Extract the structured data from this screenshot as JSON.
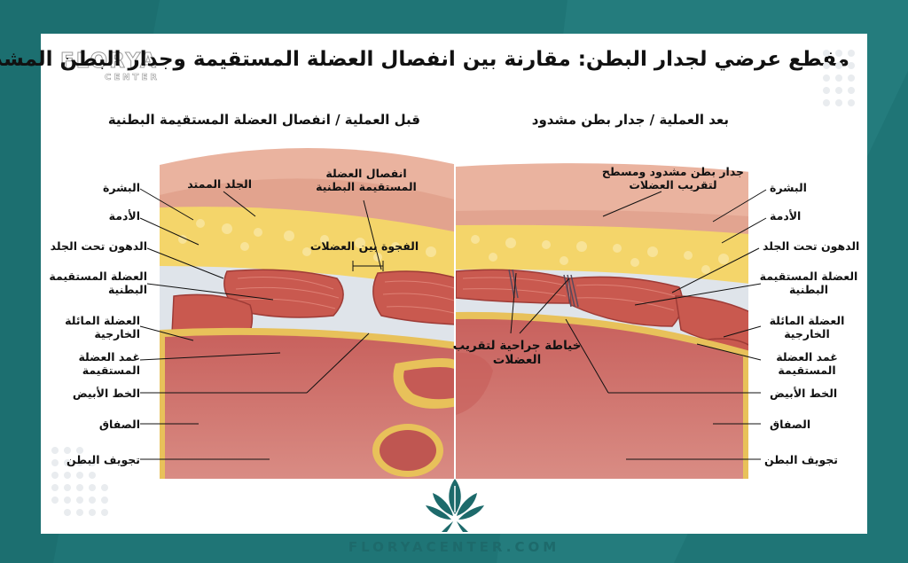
{
  "title": "مقطع عرضي لجدار البطن: مقارنة بين انفصال العضلة المستقيمة وجدار البطن المشدود",
  "watermark": {
    "brand": "FLORYA",
    "sub": "CENTER"
  },
  "footer": "FLORYACENTER.COM",
  "panels": {
    "left": {
      "heading": "قبل العملية / انفصال العضلة المستقيمة البطنية",
      "labels": {
        "stretched_skin": "الجلد الممتد",
        "diastasis": "انفصال العضلة\nالمستقيمة البطنية",
        "gap": "الفجوة بين العضلات",
        "epidermis": "البشرة",
        "dermis": "الأدمة",
        "subcutaneous_fat": "الدهون تحت الجلد",
        "rectus": "العضلة المستقيمة\nالبطنية",
        "external_oblique": "العضلة المائلة\nالخارجية",
        "rectus_sheath": "غمد العضلة\nالمستقيمة",
        "linea_alba": "الخط الأبيض",
        "peritoneum": "الصفاق",
        "cavity": "تجويف البطن"
      }
    },
    "right": {
      "heading": "بعد العملية / جدار بطن مشدود",
      "labels": {
        "tight_wall": "جدار بطن مشدود ومسطح\nلتقريب العضلات",
        "sutures": "خياطة جراحية لتقريب\nالعضلات",
        "epidermis": "البشرة",
        "dermis": "الأدمة",
        "subcutaneous_fat": "الدهون تحت الجلد",
        "rectus": "العضلة المستقيمة\nالبطنية",
        "external_oblique": "العضلة المائلة\nالخارجية",
        "rectus_sheath": "غمد العضلة\nالمستقيمة",
        "linea_alba": "الخط الأبيض",
        "peritoneum": "الصفاق",
        "cavity": "تجويف البطن"
      }
    }
  },
  "colors": {
    "frame": "#1f7576",
    "skin": "#eab39f",
    "skin_dark": "#d9937e",
    "fat": "#f4d56a",
    "muscle": "#c9594f",
    "muscle_dark": "#9e3b36",
    "fascia": "#dfe4ea",
    "peritoneum": "#e8c15a",
    "cavity": "#c96f6a",
    "cavity_light": "#d98a82",
    "text": "#111111",
    "logo": "#1d6a6b"
  }
}
